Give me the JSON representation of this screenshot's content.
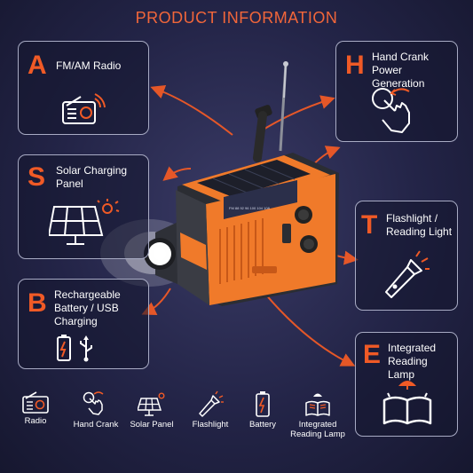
{
  "title": "PRODUCT INFORMATION",
  "features": {
    "radio": {
      "letter": "A",
      "lines": [
        "FM/AM Radio"
      ],
      "icon": "radio-icon"
    },
    "solar": {
      "letter": "S",
      "lines": [
        "Solar Charging",
        "Panel"
      ],
      "icon": "solar-panel-icon"
    },
    "battery": {
      "letter": "B",
      "lines": [
        "Rechargeable",
        "Battery / USB",
        "Charging"
      ],
      "icon": "battery-usb-icon"
    },
    "crank": {
      "letter": "H",
      "lines": [
        "Hand Crank",
        "Power Generation"
      ],
      "icon": "hand-crank-icon"
    },
    "flashlight": {
      "letter": "T",
      "lines": [
        "Flashlight /",
        "Reading Light"
      ],
      "icon": "flashlight-icon"
    },
    "lamp": {
      "letter": "E",
      "lines": [
        "Integrated",
        "Reading Lamp"
      ],
      "icon": "reading-lamp-icon"
    }
  },
  "bottom_row": [
    {
      "lines": [
        "Radio"
      ],
      "icon": "radio-icon"
    },
    {
      "lines": [
        "Hand Crank"
      ],
      "icon": "hand-crank-icon"
    },
    {
      "lines": [
        "Solar Panel"
      ],
      "icon": "solar-panel-icon"
    },
    {
      "lines": [
        "Flashlight"
      ],
      "icon": "flashlight-icon"
    },
    {
      "lines": [
        "Battery"
      ],
      "icon": "battery-icon"
    },
    {
      "lines": [
        "Integrated",
        "Reading Lamp"
      ],
      "icon": "reading-lamp-icon"
    }
  ],
  "colors": {
    "accent": "#f05a26",
    "background": "#232447",
    "card_border": "#a8abc4",
    "device_orange": "#f07a2a"
  }
}
